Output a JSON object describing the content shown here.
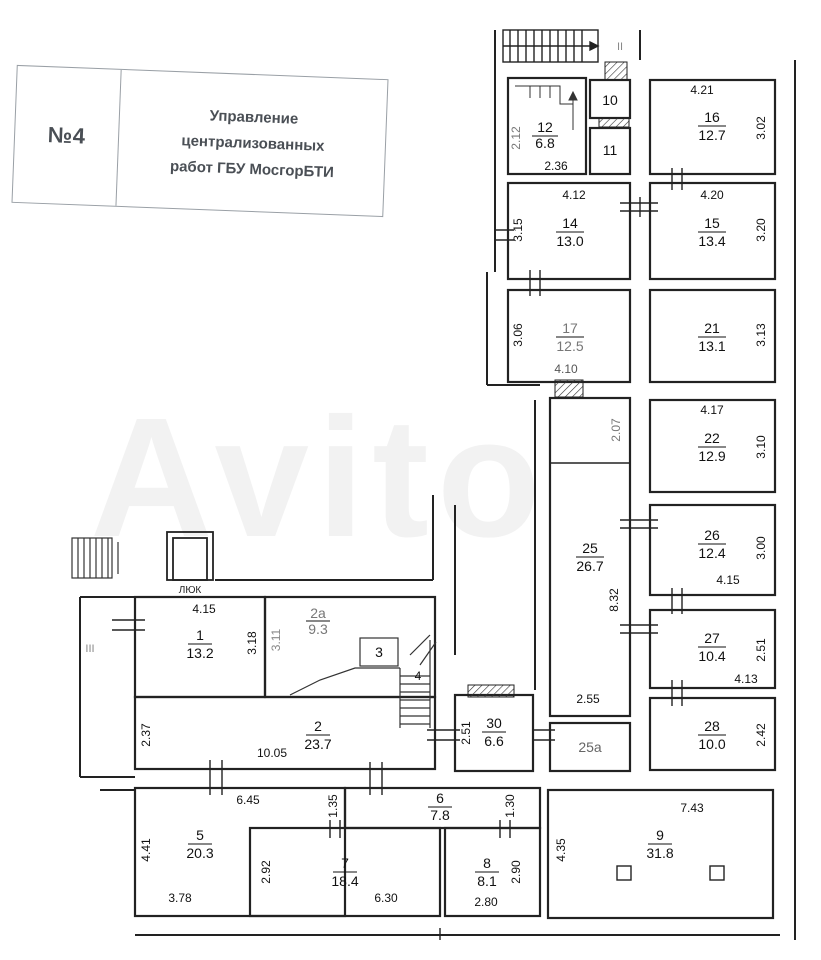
{
  "stamp": {
    "number": "№4",
    "line1": "Управление",
    "line2": "централизованных",
    "line3": "работ ГБУ МосгорБТИ"
  },
  "watermark": "Avito",
  "labels": {
    "hatch": "ЛЮК",
    "section_ii": "II",
    "section_iii": "III"
  },
  "rooms": [
    {
      "id": "10",
      "num": "10",
      "area": ""
    },
    {
      "id": "11",
      "num": "11",
      "area": ""
    },
    {
      "id": "12",
      "num": "12",
      "area": "6.8"
    },
    {
      "id": "16",
      "num": "16",
      "area": "12.7"
    },
    {
      "id": "14",
      "num": "14",
      "area": "13.0"
    },
    {
      "id": "15",
      "num": "15",
      "area": "13.4"
    },
    {
      "id": "17",
      "num": "17",
      "area": "12.5"
    },
    {
      "id": "21",
      "num": "21",
      "area": "13.1"
    },
    {
      "id": "22",
      "num": "22",
      "area": "12.9"
    },
    {
      "id": "25",
      "num": "25",
      "area": "26.7"
    },
    {
      "id": "26",
      "num": "26",
      "area": "12.4"
    },
    {
      "id": "27",
      "num": "27",
      "area": "10.4"
    },
    {
      "id": "28",
      "num": "28",
      "area": "10.0"
    },
    {
      "id": "25a",
      "num": "25a",
      "area": ""
    },
    {
      "id": "30",
      "num": "30",
      "area": "6.6"
    },
    {
      "id": "1",
      "num": "1",
      "area": "13.2"
    },
    {
      "id": "2a",
      "num": "2a",
      "area": "9.3"
    },
    {
      "id": "3",
      "num": "3",
      "area": ""
    },
    {
      "id": "4",
      "num": "4",
      "area": ""
    },
    {
      "id": "2",
      "num": "2",
      "area": "23.7"
    },
    {
      "id": "5",
      "num": "5",
      "area": "20.3"
    },
    {
      "id": "6",
      "num": "6",
      "area": "7.8"
    },
    {
      "id": "7",
      "num": "7",
      "area": "18.4"
    },
    {
      "id": "8",
      "num": "8",
      "area": "8.1"
    },
    {
      "id": "9",
      "num": "9",
      "area": "31.8"
    }
  ],
  "dimensions": {
    "d421": "4.21",
    "d302": "3.02",
    "d212": "2.12",
    "d236": "2.36",
    "d412": "4.12",
    "d315": "3.15",
    "d420": "4.20",
    "d320": "3.20",
    "d306": "3.06",
    "d410": "4.10",
    "d313": "3.13",
    "d207": "2.07",
    "d417": "4.17",
    "d310": "3.10",
    "d300": "3.00",
    "d415b": "4.15",
    "d832": "8.32",
    "d251b": "2.51",
    "d413": "4.13",
    "d255": "2.55",
    "d242": "2.42",
    "d415": "4.15",
    "d318": "3.18",
    "d311": "3.11",
    "d237": "2.37",
    "d1005": "10.05",
    "d251": "2.51",
    "d645": "6.45",
    "d135": "1.35",
    "d130": "1.30",
    "d441": "4.41",
    "d378": "3.78",
    "d292": "2.92",
    "d630": "6.30",
    "d290": "2.90",
    "d280": "2.80",
    "d435": "4.35",
    "d743": "7.43"
  }
}
